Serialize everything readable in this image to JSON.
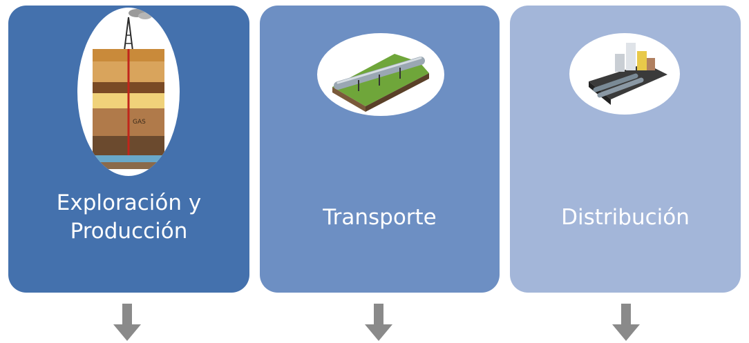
{
  "stages": [
    {
      "label": "Exploración y\nProducción",
      "icon": "oil-well-gas-icon",
      "fill": "#4471ad"
    },
    {
      "label": "Transporte",
      "icon": "pipeline-icon",
      "fill": "#6d8fc3"
    },
    {
      "label": "Distribución",
      "icon": "city-distribution-icon",
      "fill": "#a3b6d9"
    }
  ],
  "illustration_text": {
    "gas_layer": "GAS"
  },
  "arrow_color": "#8a8a8a"
}
